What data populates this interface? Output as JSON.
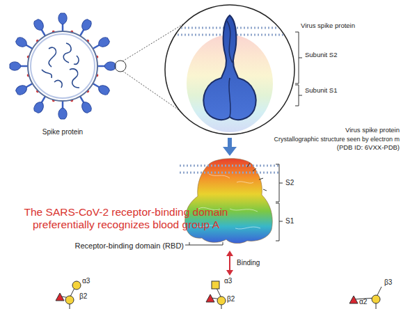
{
  "diagram": {
    "labels": [
      "Virus spike protein",
      "Subunit S2",
      "Subunit S1",
      "Spike protein",
      "Virus spike protein",
      "Crystallographic structure seen by electron m",
      "(PDB ID: 6VXX-PDB)",
      "S2",
      "S1",
      "The SARS-CoV-2 receptor-binding domain preferentially recognizes blood group A",
      "Receptor-binding domain (RBD)",
      "Binding",
      "α3",
      "β2",
      "α3",
      "β2",
      "β3",
      "α2"
    ]
  }
}
